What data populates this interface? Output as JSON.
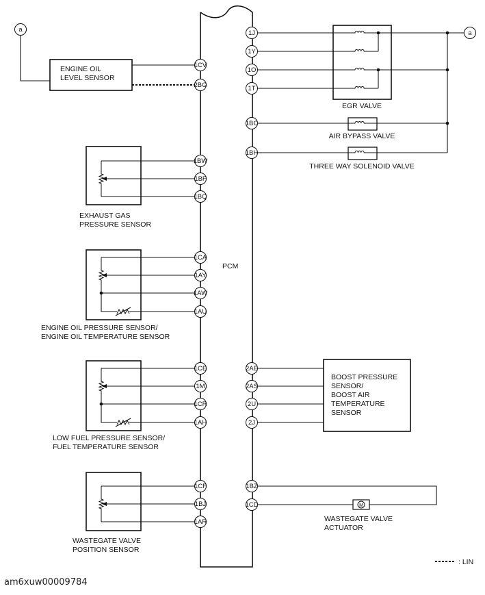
{
  "pcm_label": "PCM",
  "connector_a": "a",
  "left_pins": [
    "1CV",
    "2BG",
    "1BW",
    "1BF",
    "1BQ",
    "1CA",
    "1AY",
    "1AW",
    "1AU",
    "1CE",
    "1M",
    "1CR",
    "1AH",
    "1CF",
    "1BJ",
    "1AR"
  ],
  "right_pins": [
    "1J",
    "1Y",
    "1O",
    "1T",
    "1BC",
    "1BH",
    "2AE",
    "2AS",
    "2U",
    "2J",
    "1BZ",
    "1CD"
  ],
  "components": {
    "engine_oil_level_sensor": [
      "ENGINE OIL",
      "LEVEL SENSOR"
    ],
    "exhaust_gas_pressure_sensor": [
      "EXHAUST GAS",
      "PRESSURE SENSOR"
    ],
    "engine_oil_pressure_sensor": [
      "ENGINE OIL PRESSURE SENSOR/",
      "ENGINE OIL TEMPERATURE SENSOR"
    ],
    "low_fuel_pressure_sensor": [
      "LOW FUEL PRESSURE SENSOR/",
      "FUEL TEMPERATURE SENSOR"
    ],
    "wastegate_valve_position_sensor": [
      "WASTEGATE VALVE",
      "POSITION SENSOR"
    ],
    "egr_valve": [
      "EGR VALVE"
    ],
    "air_bypass_valve": [
      "AIR BYPASS VALVE"
    ],
    "three_way_solenoid_valve": [
      "THREE WAY SOLENOID VALVE"
    ],
    "boost_pressure_sensor": [
      "BOOST PRESSURE",
      "SENSOR/",
      "BOOST AIR",
      "TEMPERATURE",
      "SENSOR"
    ],
    "wastegate_valve_actuator": [
      "WASTEGATE VALVE",
      "ACTUATOR"
    ]
  },
  "motor_symbol": "M",
  "legend": {
    "lin": ": LIN"
  },
  "footer_id": "am6xuw00009784"
}
